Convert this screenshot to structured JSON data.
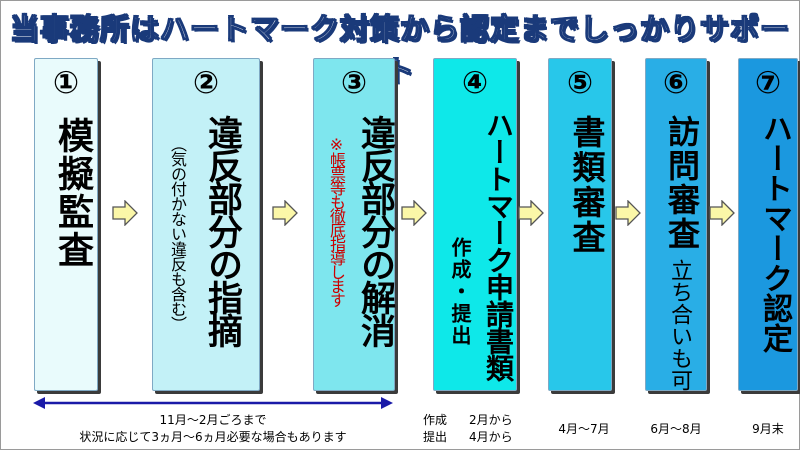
{
  "title": "当事務所はハートマーク対策から認定までしっかりサポート",
  "steps": [
    {
      "num": "①",
      "main": "模擬監査",
      "sub": ""
    },
    {
      "num": "②",
      "main": "違反部分の指摘",
      "sub": "（気の付かない違反も含む）"
    },
    {
      "num": "③",
      "main": "違反部分の解消",
      "sub": "※帳票等も徹底指導します"
    },
    {
      "num": "④",
      "main": "ハートマーク申請書類",
      "sub": "作成・提出"
    },
    {
      "num": "⑤",
      "main": "書類審査",
      "sub": ""
    },
    {
      "num": "⑥",
      "main": "訪問審査",
      "sub": "立ち合いも可"
    },
    {
      "num": "⑦",
      "main": "ハートマーク認定",
      "sub": ""
    }
  ],
  "timeline": {
    "period_line1": "11月～2月ごろまで",
    "period_line2": "状況に応じて3ヵ月～6ヵ月必要な場合もあります",
    "step4_label1": "作成",
    "step4_date1": "2月から",
    "step4_label2": "提出",
    "step4_date2": "4月から",
    "step5_date": "4月～7月",
    "step6_date": "6月～8月",
    "step7_date": "9月末"
  },
  "colors": {
    "step1": "#e9fbfc",
    "step2": "#c3f1f7",
    "step3": "#7ee6ee",
    "step4": "#0ee8e9",
    "step5": "#28c7ea",
    "step6": "#29aee6",
    "step7": "#1b98df",
    "arrow": "#fbf7a8",
    "timeline": "#1a1aa8",
    "note_red": "#cc0000"
  }
}
